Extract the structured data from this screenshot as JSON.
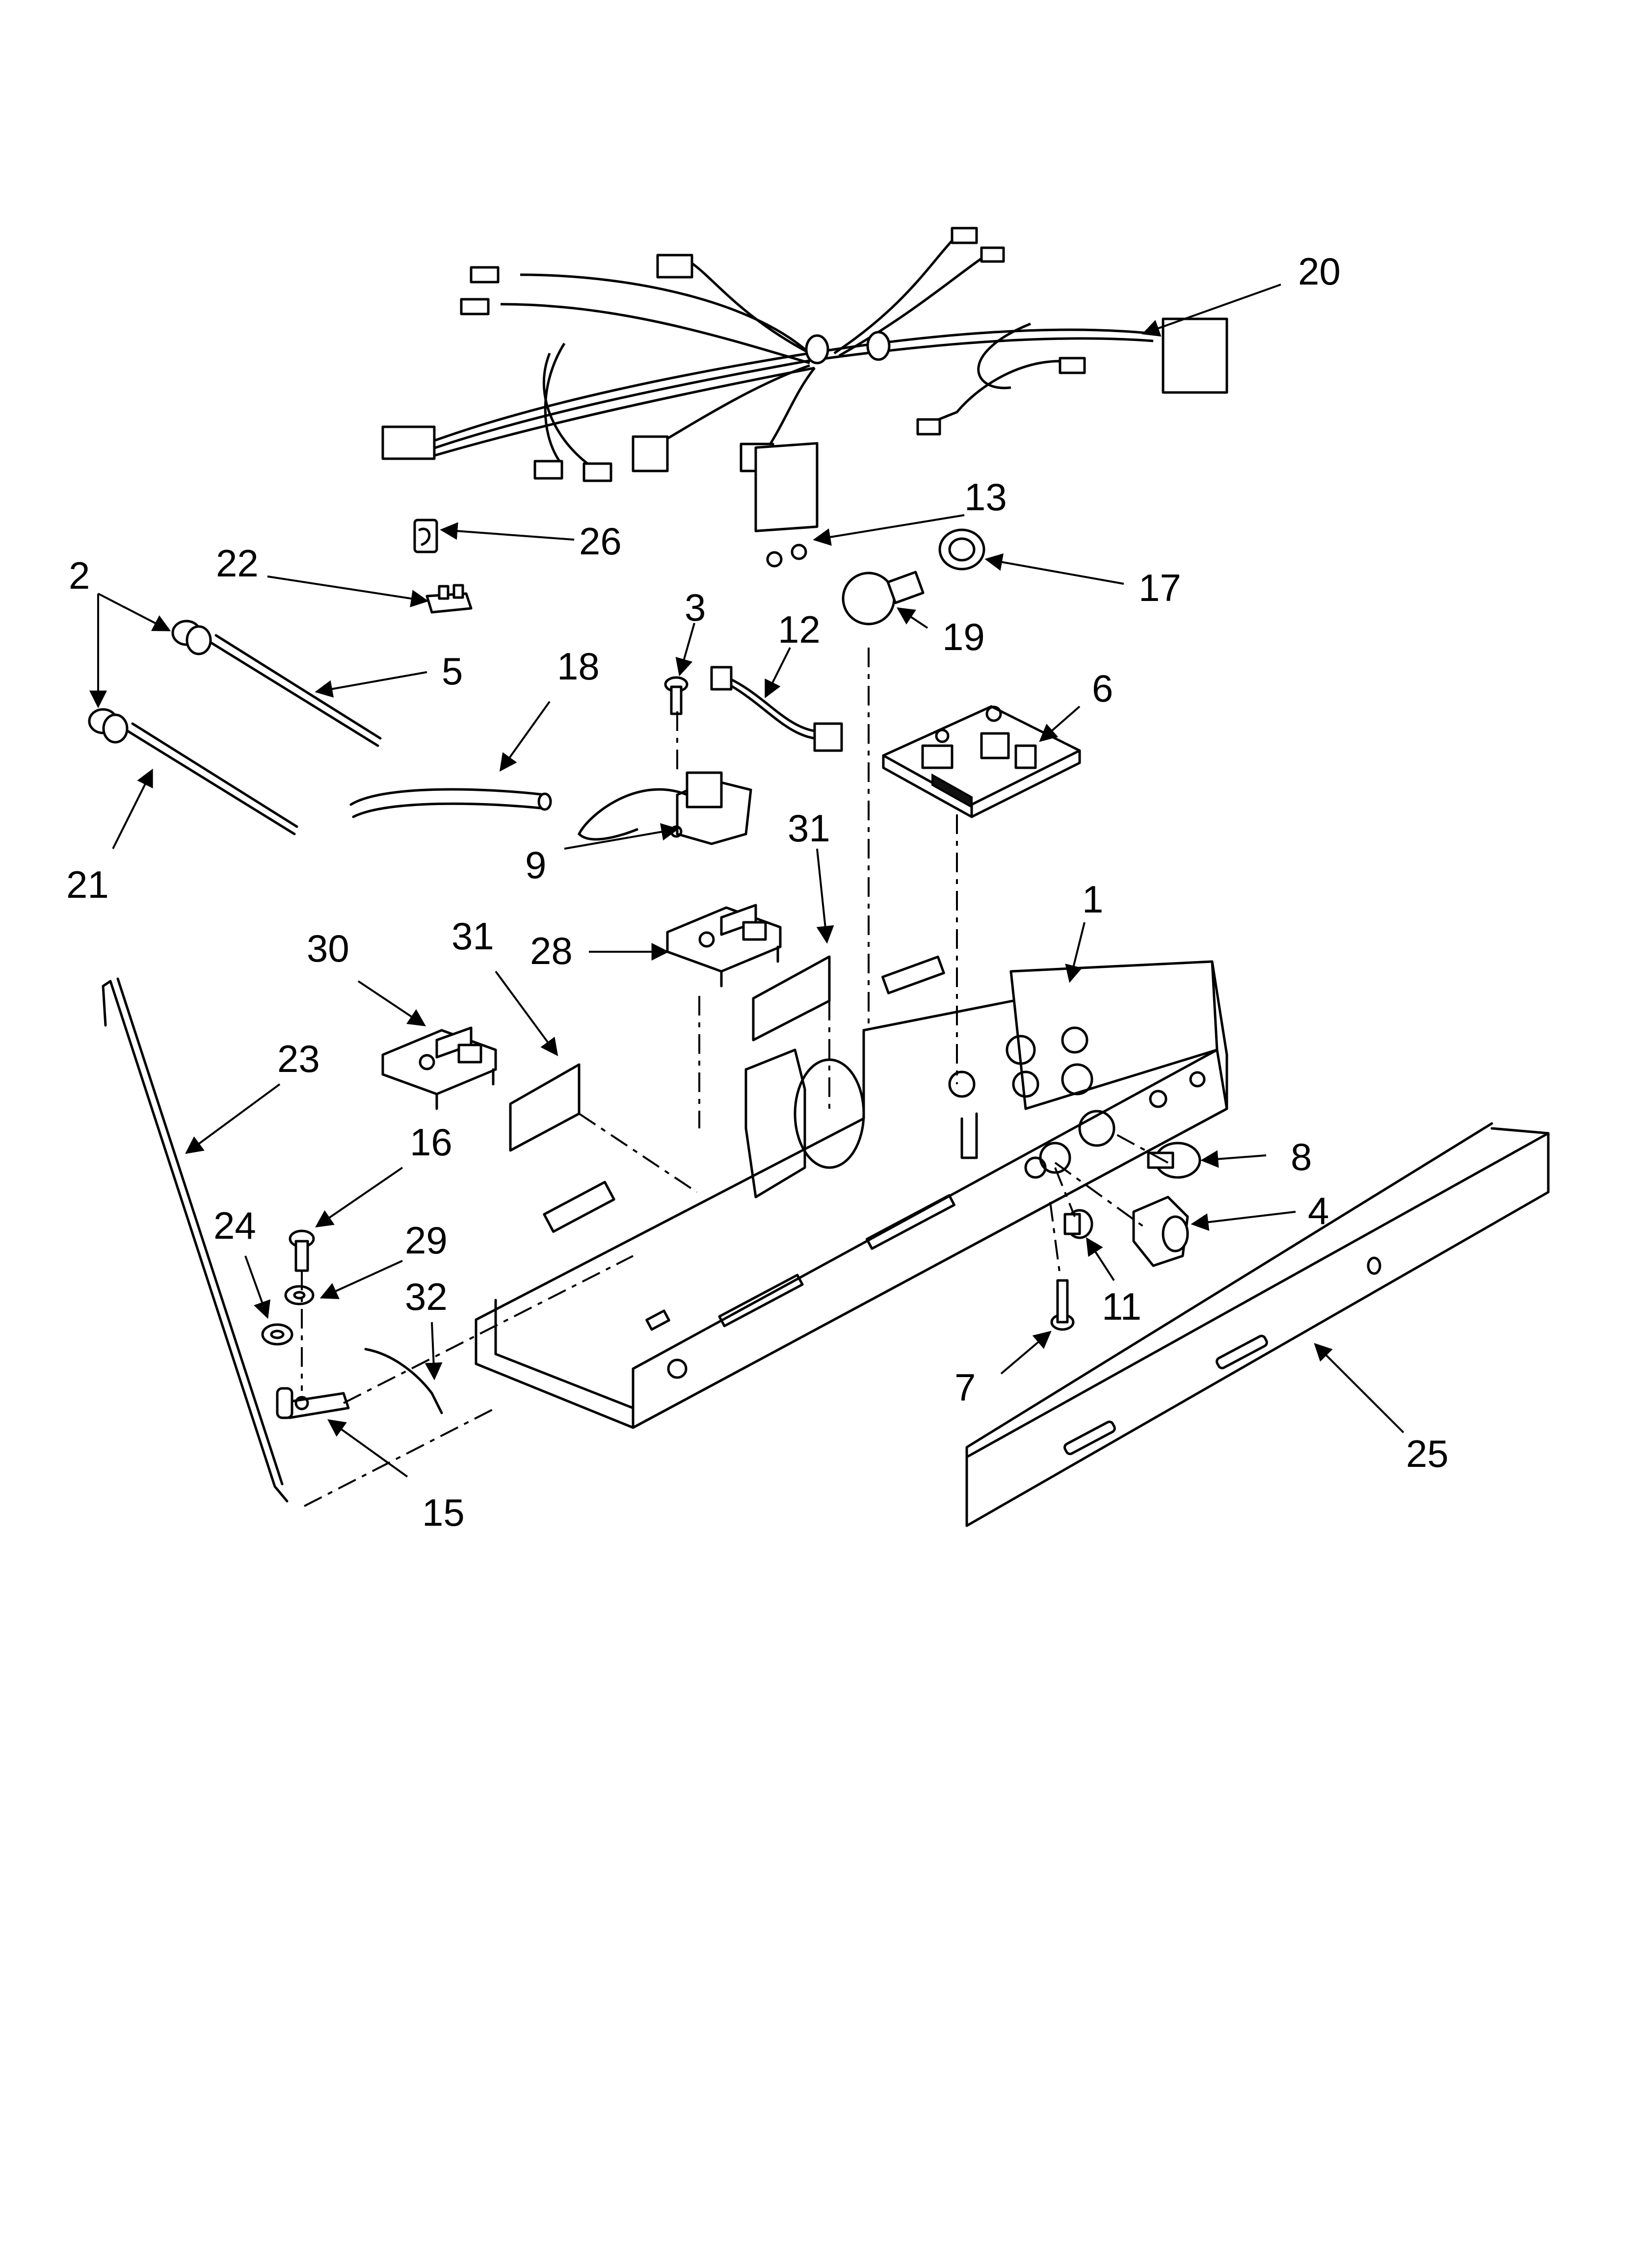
{
  "diagram": {
    "callouts": [
      {
        "id": "c20",
        "label": "20"
      },
      {
        "id": "c13",
        "label": "13"
      },
      {
        "id": "c26",
        "label": "26"
      },
      {
        "id": "c17",
        "label": "17"
      },
      {
        "id": "c2",
        "label": "2"
      },
      {
        "id": "c22",
        "label": "22"
      },
      {
        "id": "c3",
        "label": "3"
      },
      {
        "id": "c12",
        "label": "12"
      },
      {
        "id": "c19",
        "label": "19"
      },
      {
        "id": "c5",
        "label": "5"
      },
      {
        "id": "c18",
        "label": "18"
      },
      {
        "id": "c6",
        "label": "6"
      },
      {
        "id": "c21",
        "label": "21"
      },
      {
        "id": "c9",
        "label": "9"
      },
      {
        "id": "c31a",
        "label": "31"
      },
      {
        "id": "c1",
        "label": "1"
      },
      {
        "id": "c30",
        "label": "30"
      },
      {
        "id": "c31b",
        "label": "31"
      },
      {
        "id": "c28",
        "label": "28"
      },
      {
        "id": "c23",
        "label": "23"
      },
      {
        "id": "c16",
        "label": "16"
      },
      {
        "id": "c8",
        "label": "8"
      },
      {
        "id": "c24",
        "label": "24"
      },
      {
        "id": "c29",
        "label": "29"
      },
      {
        "id": "c4",
        "label": "4"
      },
      {
        "id": "c32",
        "label": "32"
      },
      {
        "id": "c11",
        "label": "11"
      },
      {
        "id": "c7",
        "label": "7"
      },
      {
        "id": "c25",
        "label": "25"
      },
      {
        "id": "c15",
        "label": "15"
      }
    ]
  }
}
